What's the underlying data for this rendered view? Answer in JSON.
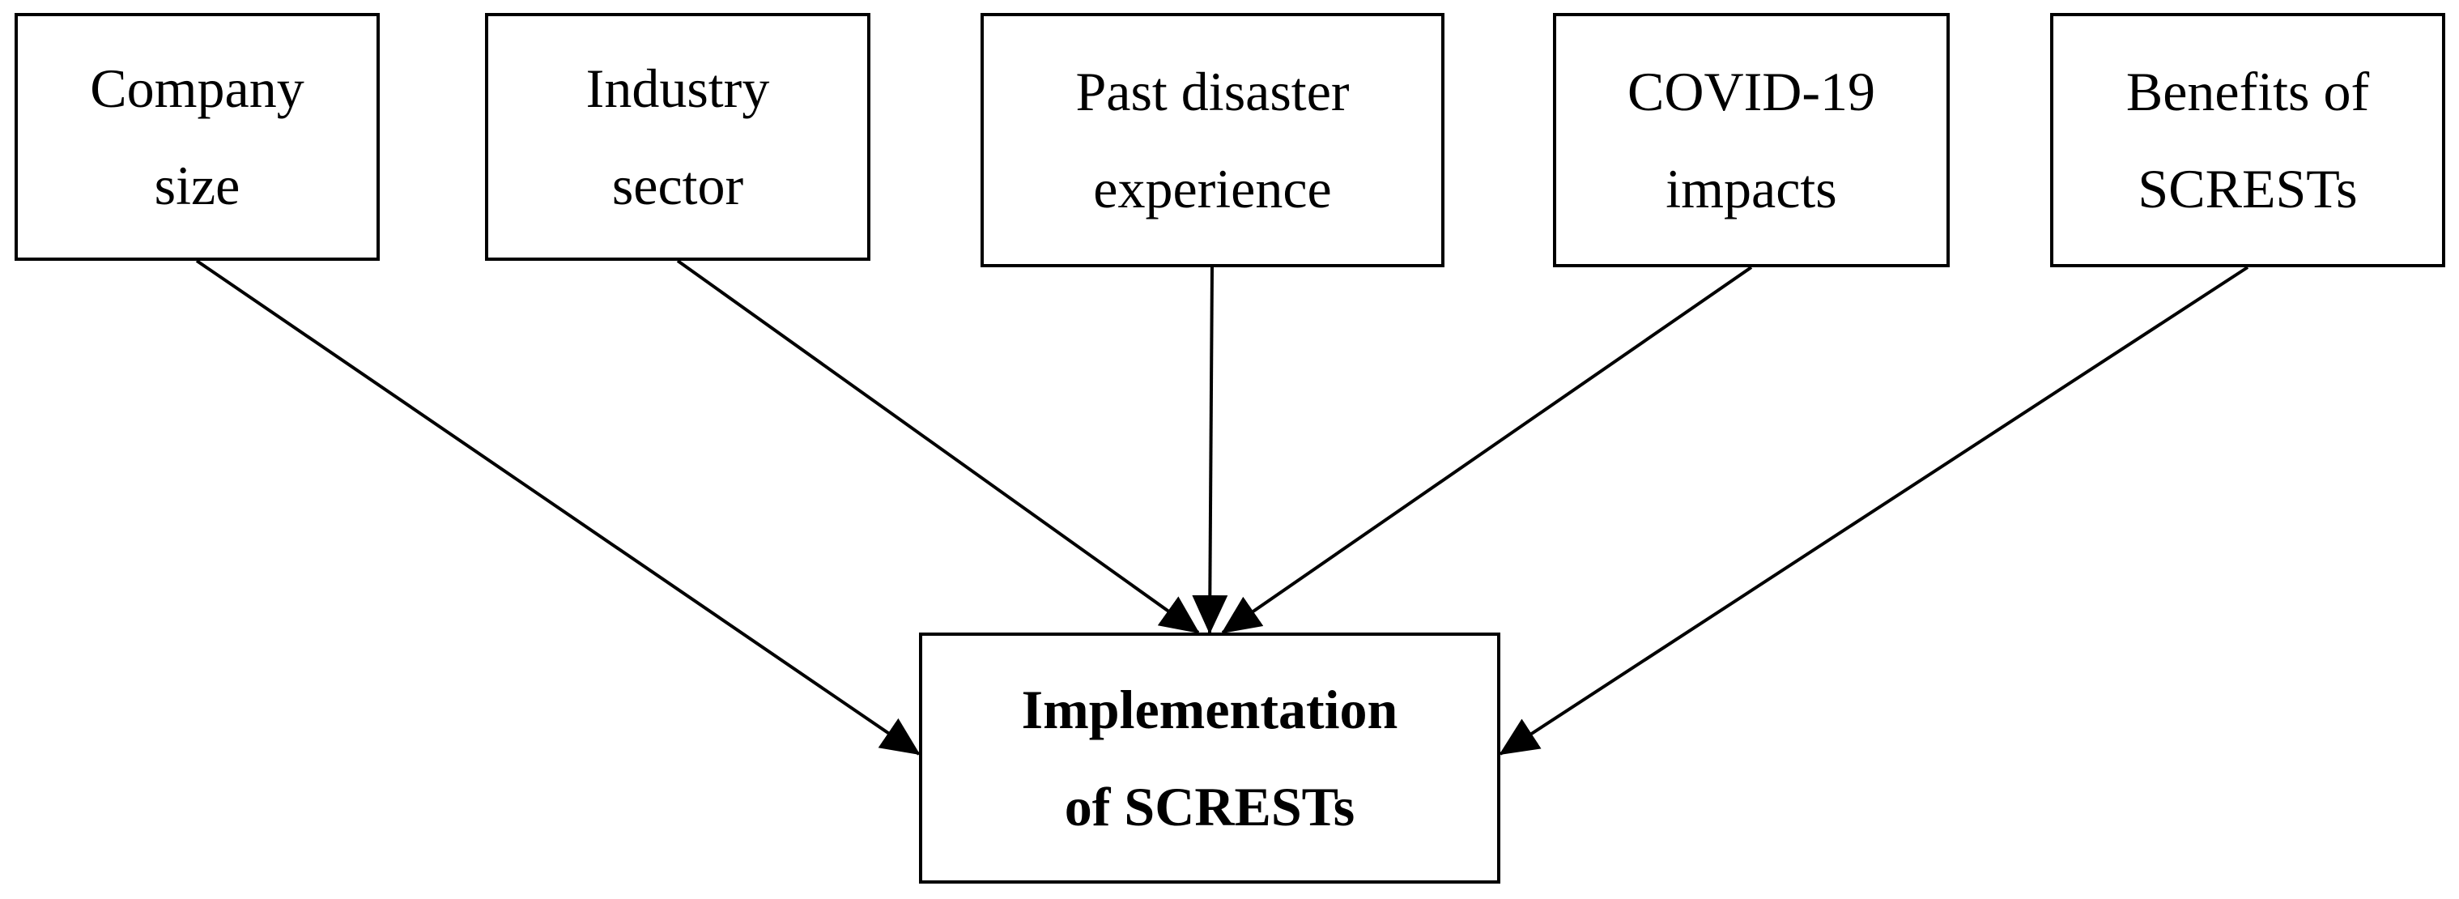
{
  "diagram": {
    "sources": [
      {
        "id": "company-size",
        "lines": [
          "Company",
          "size"
        ]
      },
      {
        "id": "industry-sector",
        "lines": [
          "Industry",
          "sector"
        ]
      },
      {
        "id": "past-disaster-experience",
        "lines": [
          "Past disaster",
          "experience"
        ]
      },
      {
        "id": "covid-19-impacts",
        "lines": [
          "COVID-19",
          "impacts"
        ]
      },
      {
        "id": "benefits-of-scresTs",
        "lines": [
          "Benefits of",
          "SCRESTs"
        ]
      }
    ],
    "target": {
      "id": "implementation-of-scresTs",
      "lines": [
        "Implementation",
        "of SCRESTs"
      ]
    },
    "edges": [
      {
        "from": "company-size",
        "to": "implementation-of-scresTs"
      },
      {
        "from": "industry-sector",
        "to": "implementation-of-scresTs"
      },
      {
        "from": "past-disaster-experience",
        "to": "implementation-of-scresTs"
      },
      {
        "from": "covid-19-impacts",
        "to": "implementation-of-scresTs"
      },
      {
        "from": "benefits-of-scresTs",
        "to": "implementation-of-scresTs"
      }
    ],
    "colors": {
      "stroke": "#000000",
      "fill": "#ffffff"
    }
  }
}
